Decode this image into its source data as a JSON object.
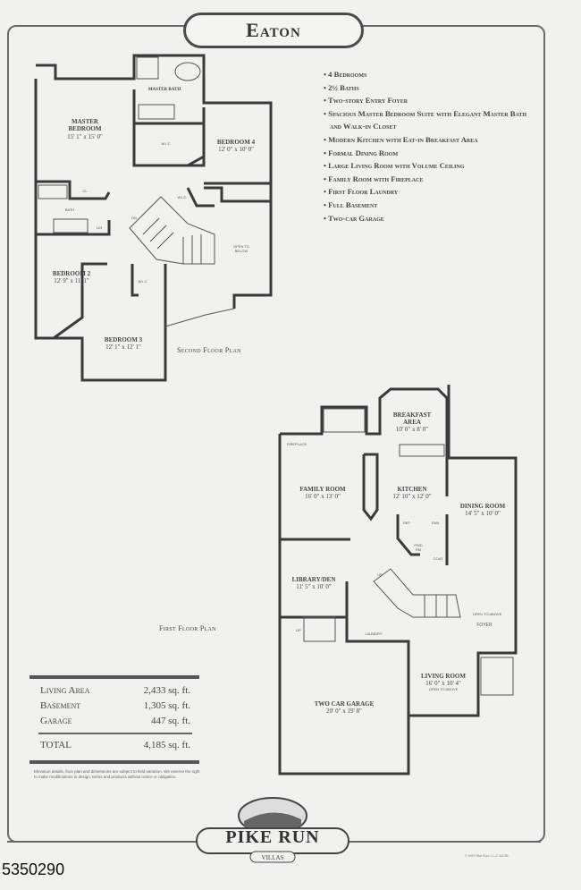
{
  "title": "Eaton",
  "features": [
    "4 Bedrooms",
    "2½ Baths",
    "Two-story Entry Foyer",
    "Spacious Master Bedroom Suite with Elegant Master Bath and Walk-in Closet",
    "Modern Kitchen with Eat-in Breakfast Area",
    "Formal Dining Room",
    "Large Living Room with Volume Ceiling",
    "Family Room with Fireplace",
    "First Floor Laundry",
    "Full Basement",
    "Two-car Garage"
  ],
  "second_floor": {
    "label": "Second Floor Plan",
    "rooms": {
      "master_bath": "MASTER BATH",
      "master_bedroom": "MASTER BEDROOM",
      "master_bedroom_size": "15' 1\" x 15' 0\"",
      "wic": "W.I.C.",
      "bedroom4": "BEDROOM 4",
      "bedroom4_size": "12' 0\" x 10' 0\"",
      "bath": "BATH",
      "cl": "CL",
      "lin": "LIN",
      "wic2": "W.I.C.",
      "dn": "DN",
      "open_below": "OPEN TO BELOW",
      "bedroom2": "BEDROOM 2",
      "bedroom2_size": "12' 9\" x 11' 1\"",
      "bedroom3": "BEDROOM 3",
      "bedroom3_size": "12' 1\" x 12' 1\""
    }
  },
  "first_floor": {
    "label": "First Floor Plan",
    "rooms": {
      "breakfast": "BREAKFAST AREA",
      "breakfast_size": "10' 0\" x 8' 0\"",
      "fireplace": "FIREPLACE",
      "family_room": "FAMILY ROOM",
      "family_room_size": "16' 0\" x 13' 0\"",
      "kitchen": "KITCHEN",
      "kitchen_size": "12' 10\" x 12' 0\"",
      "dining_room": "DINING ROOM",
      "dining_room_size": "14' 5\" x 10' 0\"",
      "pwd": "PWD RM",
      "ref": "REF",
      "pan": "PAN",
      "coat": "COAT",
      "library": "LIBRARY/DEN",
      "library_size": "11' 5\" x 10' 0\"",
      "up": "UP",
      "open_above": "OPEN TO ABOVE",
      "foyer": "FOYER",
      "laundry": "LAUNDRY",
      "up2": "UP",
      "living_room": "LIVING ROOM",
      "living_room_size": "16' 0\" x 10' 4\"",
      "living_open": "OPEN TO ABOVE",
      "garage": "TWO CAR GARAGE",
      "garage_size": "20' 0\" x 19' 8\""
    }
  },
  "areas": [
    {
      "label": "Living Area",
      "value": "2,433 sq. ft."
    },
    {
      "label": "Basement",
      "value": "1,305 sq. ft."
    },
    {
      "label": "Garage",
      "value": "447 sq. ft."
    }
  ],
  "total": {
    "label": "TOTAL",
    "value": "4,185 sq. ft."
  },
  "disclaimer": "Elevation details, floor plan and dimensions are subject to field variation. We reserve the right to make modifications in design, terms and products without notice or obligation.",
  "logo": {
    "name": "PIKE RUN",
    "sub": "VILLAS"
  },
  "copyright": "© 1997 Pike Run, L.L.C. 6/1/98",
  "listing_id": "5350290"
}
